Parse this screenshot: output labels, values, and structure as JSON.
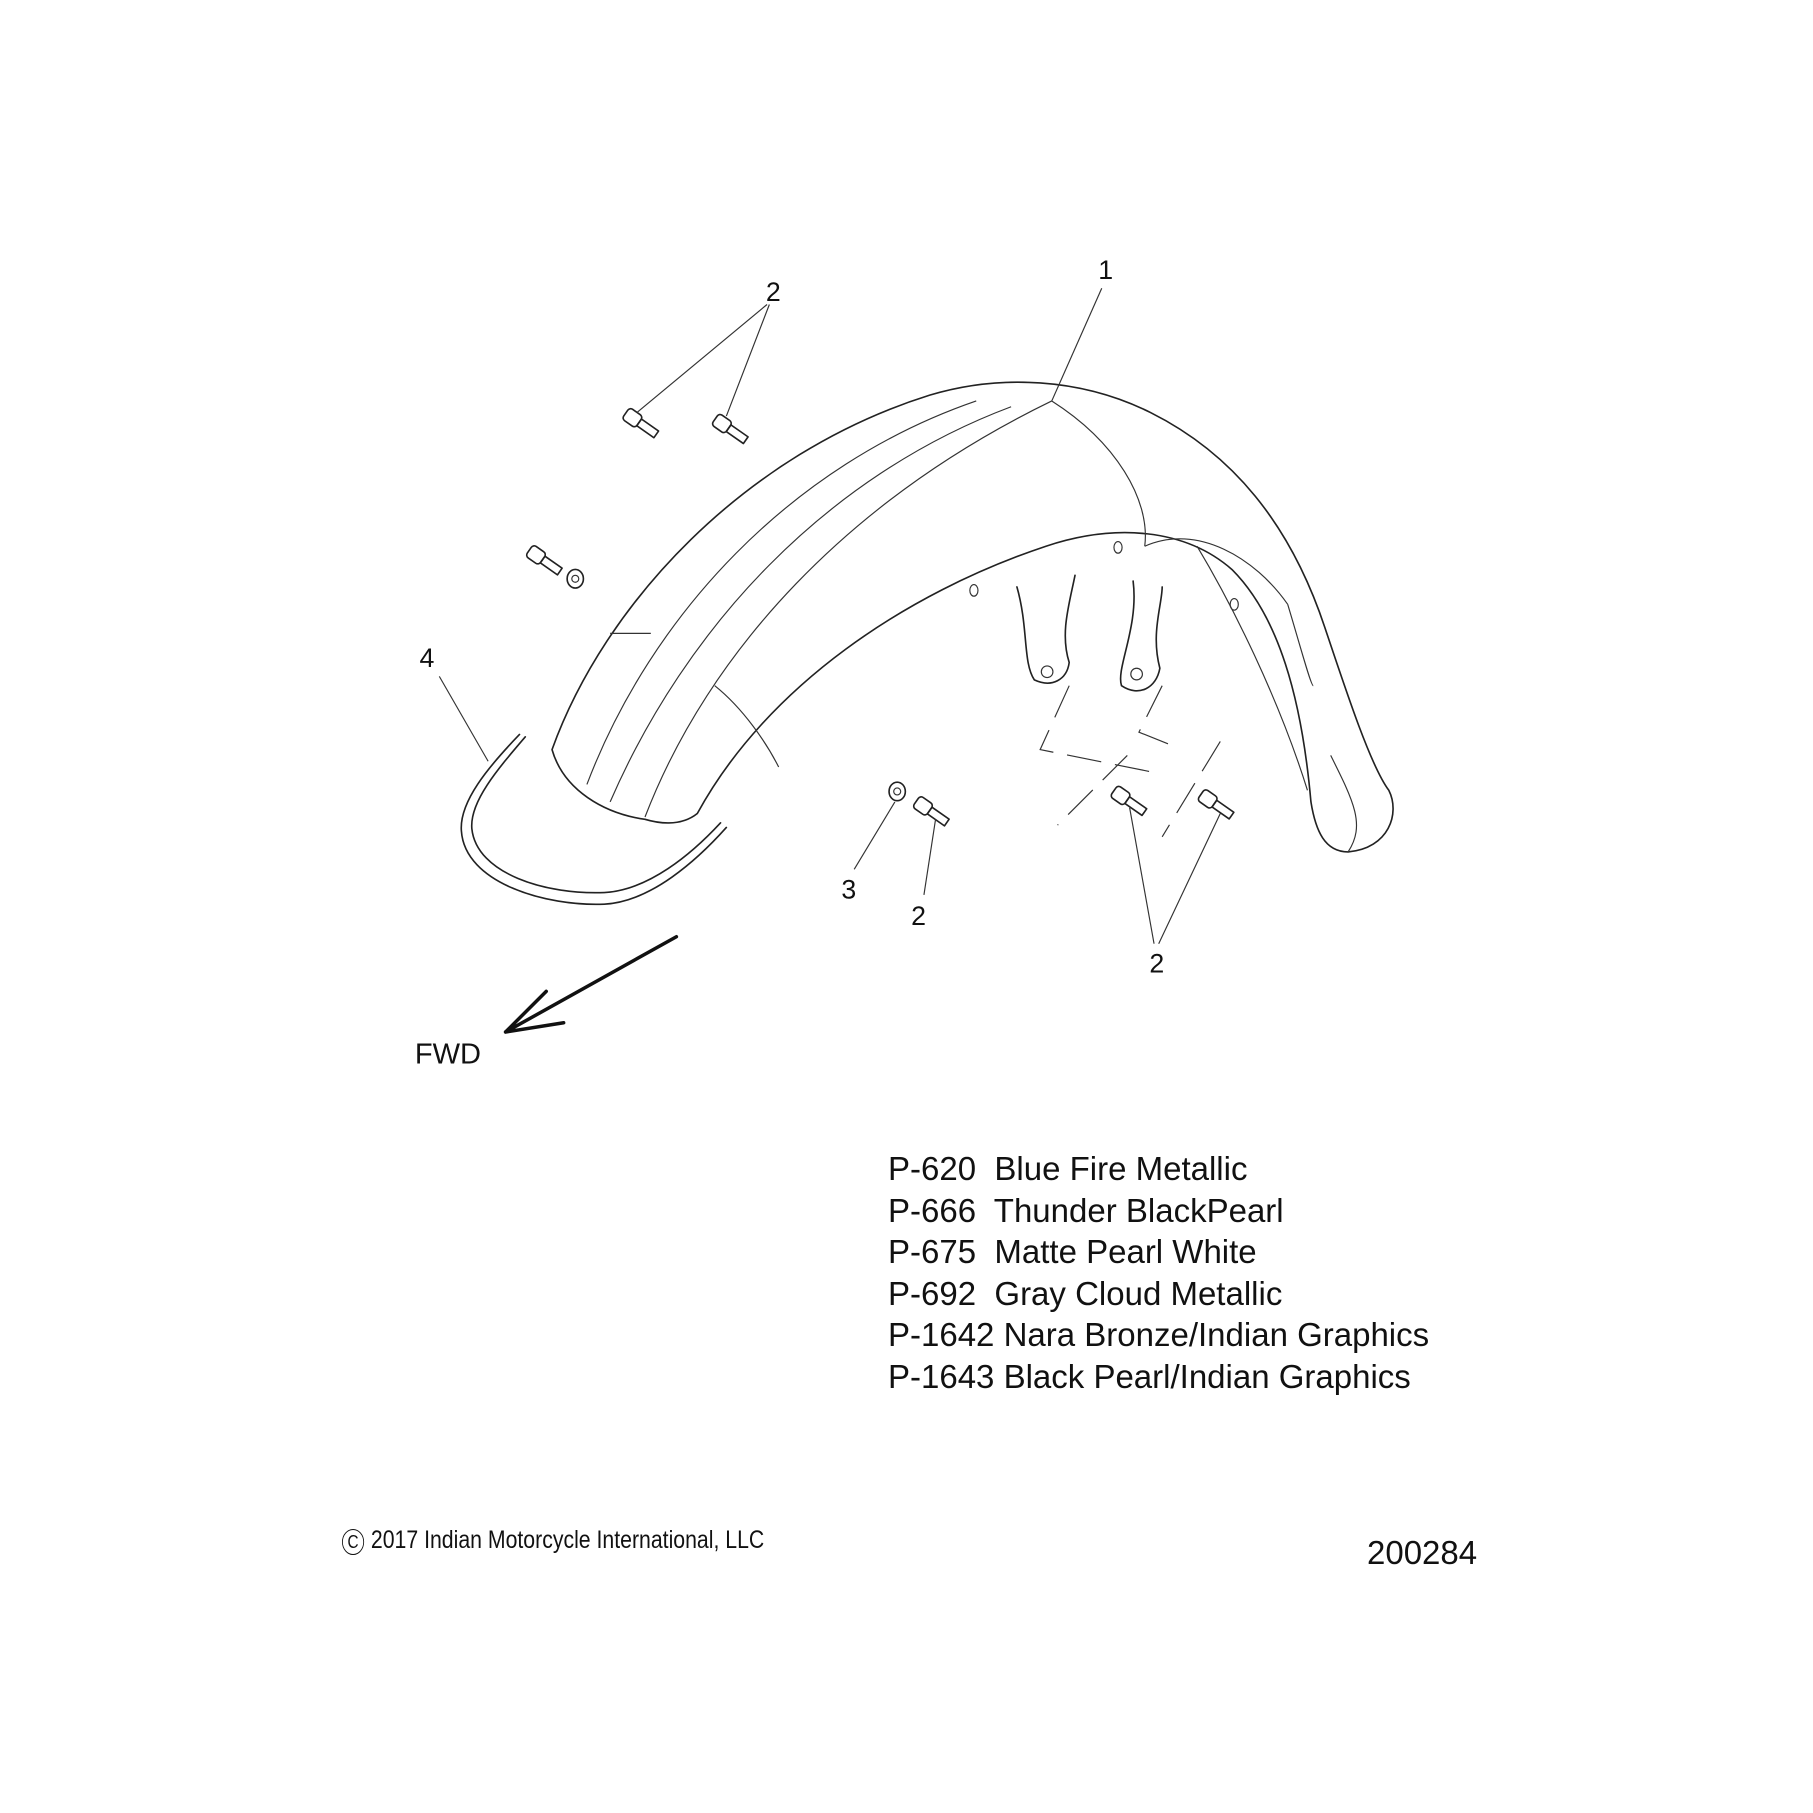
{
  "callouts": {
    "c1": "1",
    "c2a": "2",
    "c2b": "2",
    "c2c": "2",
    "c3": "3",
    "c4": "4"
  },
  "fwd_label": "FWD",
  "paint_codes": [
    {
      "code": "P-620",
      "name": "Blue Fire Metallic",
      "text": "P-620  Blue Fire Metallic"
    },
    {
      "code": "P-666",
      "name": "Thunder BlackPearl",
      "text": "P-666  Thunder BlackPearl"
    },
    {
      "code": "P-675",
      "name": "Matte Pearl White",
      "text": "P-675  Matte Pearl White"
    },
    {
      "code": "P-692",
      "name": "Gray Cloud Metallic",
      "text": "P-692  Gray Cloud Metallic"
    },
    {
      "code": "P-1642",
      "name": "Nara Bronze/Indian Graphics",
      "text": "P-1642 Nara Bronze/Indian Graphics"
    },
    {
      "code": "P-1643",
      "name": "Black Pearl/Indian Graphics",
      "text": "P-1643 Black Pearl/Indian Graphics"
    }
  ],
  "copyright_symbol": "C",
  "copyright": "2017 Indian Motorcycle International, LLC",
  "drawing_number": "200284"
}
